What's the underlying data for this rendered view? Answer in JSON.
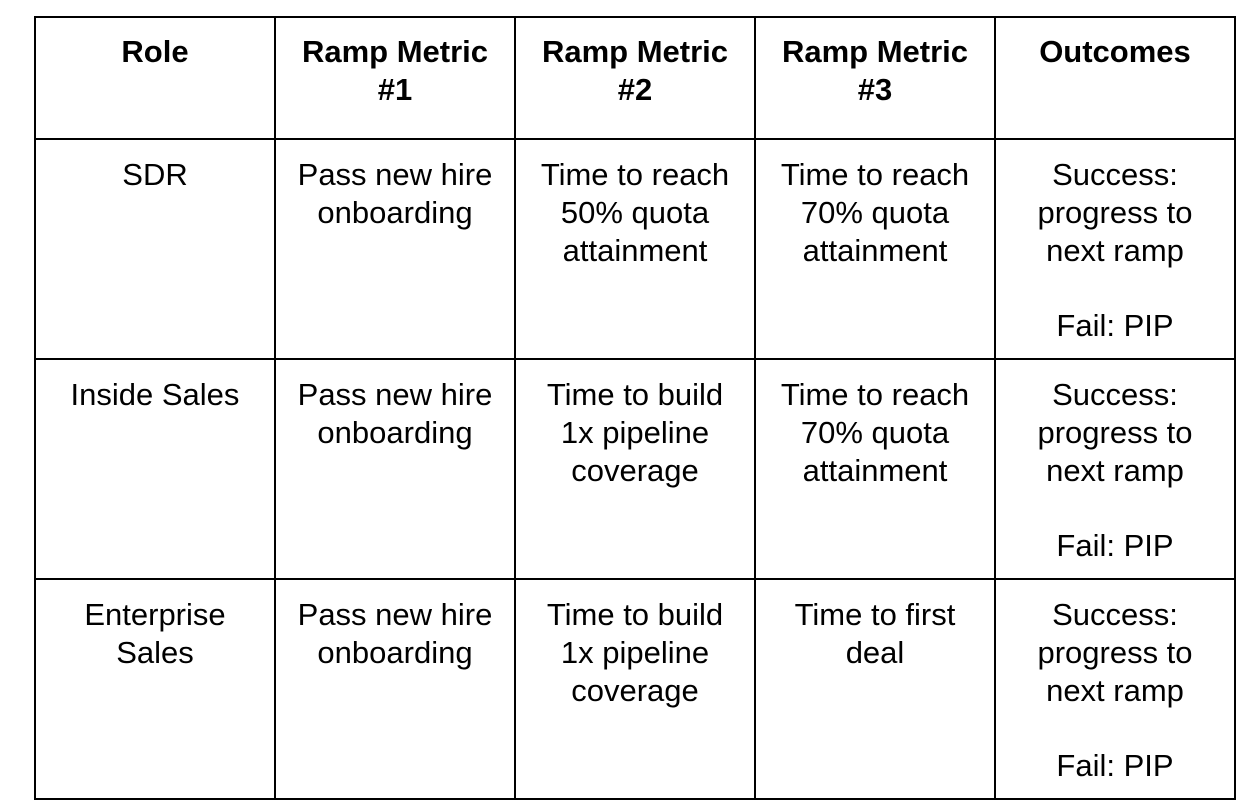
{
  "table": {
    "headers": [
      "Role",
      "Ramp Metric\n#1",
      "Ramp Metric\n#2",
      "Ramp Metric\n#3",
      "Outcomes"
    ],
    "rows": [
      {
        "role": "SDR",
        "metric1": "Pass new hire\nonboarding",
        "metric2": "Time to reach\n50% quota\nattainment",
        "metric3": "Time to reach\n70% quota\nattainment",
        "outcome_success": "Success:\nprogress to\nnext ramp",
        "outcome_fail": "Fail: PIP"
      },
      {
        "role": "Inside Sales",
        "metric1": "Pass new hire\nonboarding",
        "metric2": "Time to build\n1x pipeline\ncoverage",
        "metric3": "Time to reach\n70% quota\nattainment",
        "outcome_success": "Success:\nprogress to\nnext ramp",
        "outcome_fail": "Fail: PIP"
      },
      {
        "role": "Enterprise\nSales",
        "metric1": "Pass new hire\nonboarding",
        "metric2": "Time to build\n1x pipeline\ncoverage",
        "metric3": "Time to first\ndeal",
        "outcome_success": "Success:\nprogress to\nnext ramp",
        "outcome_fail": "Fail: PIP"
      }
    ]
  }
}
